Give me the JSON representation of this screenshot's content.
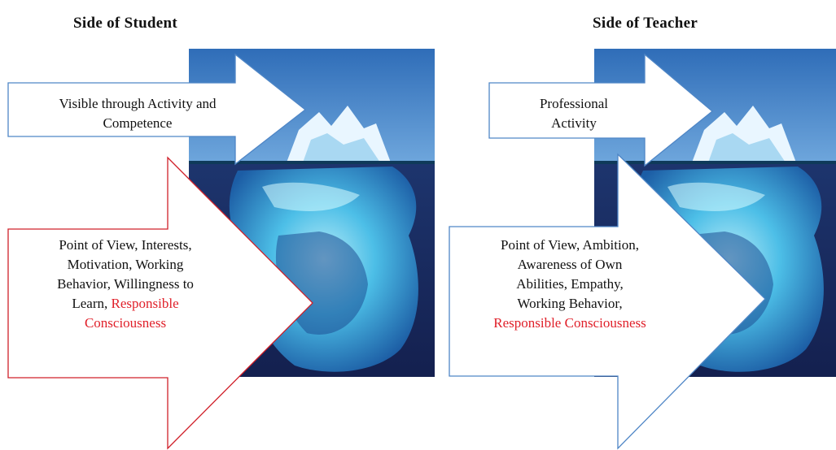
{
  "student": {
    "title": "Side of Student",
    "visible_line1": "Visible through Activity and",
    "visible_line2": "Competence",
    "hidden_line1": "Point of View, Interests,",
    "hidden_line2": "Motivation, Working",
    "hidden_line3": "Behavior, Willingness to",
    "hidden_line4": "Learn, ",
    "hidden_red1": "Responsible",
    "hidden_red2": "Consciousness"
  },
  "teacher": {
    "title": "Side of Teacher",
    "visible_line1": "Professional",
    "visible_line2": "Activity",
    "hidden_line1": "Point of View, Ambition,",
    "hidden_line2": "Awareness of Own",
    "hidden_line3": "Abilities, Empathy,",
    "hidden_line4": "Working Behavior,",
    "hidden_red": "Responsible Consciousness"
  },
  "colors": {
    "sky": "#3c7fc4",
    "water": "#1b2f6a",
    "ice": "#7fe0ff",
    "arrow_blue_border": "#4f86c6",
    "arrow_red_border": "#d0202a",
    "highlight_text": "#e0202a"
  }
}
